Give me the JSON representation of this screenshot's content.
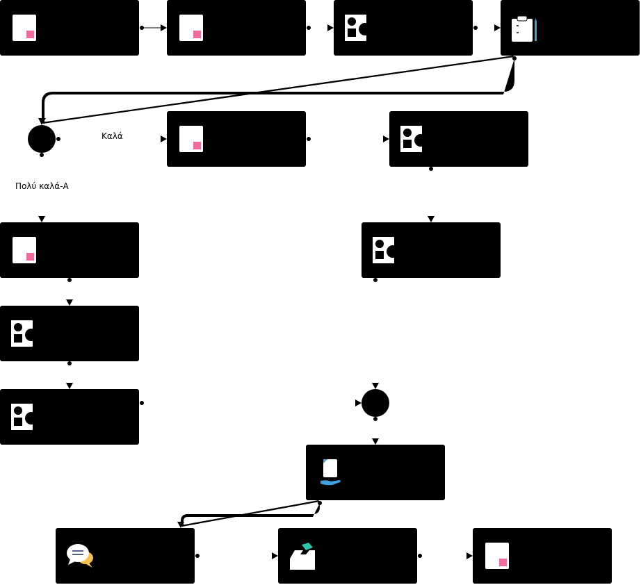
{
  "edge_labels": {
    "kala": "Καλά",
    "poly_kala_a": "Πολύ καλά-Α"
  },
  "nodes": [
    {
      "id": "task-1",
      "icon": "document-icon"
    },
    {
      "id": "task-2",
      "icon": "document-icon"
    },
    {
      "id": "task-3",
      "icon": "shapes-icon"
    },
    {
      "id": "task-4",
      "icon": "clipboard-pencil-icon"
    },
    {
      "id": "gateway-1",
      "icon": "none"
    },
    {
      "id": "task-5",
      "icon": "document-icon"
    },
    {
      "id": "task-6",
      "icon": "shapes-icon"
    },
    {
      "id": "task-7",
      "icon": "document-icon"
    },
    {
      "id": "task-8",
      "icon": "shapes-icon"
    },
    {
      "id": "task-9",
      "icon": "shapes-icon"
    },
    {
      "id": "task-10",
      "icon": "shapes-icon"
    },
    {
      "id": "gateway-2",
      "icon": "none"
    },
    {
      "id": "task-11",
      "icon": "hand-document-icon"
    },
    {
      "id": "task-12",
      "icon": "chat-bubbles-icon"
    },
    {
      "id": "task-13",
      "icon": "inbox-tray-icon"
    },
    {
      "id": "task-14",
      "icon": "document-icon"
    }
  ],
  "colors": {
    "node_fill": "#000000",
    "icon_paper": "#ffffff",
    "icon_accent_pink": "#f06ba0",
    "icon_accent_teal": "#2ec4a8",
    "icon_accent_blue": "#3ea3dc",
    "icon_accent_yellow": "#f5c14a"
  }
}
